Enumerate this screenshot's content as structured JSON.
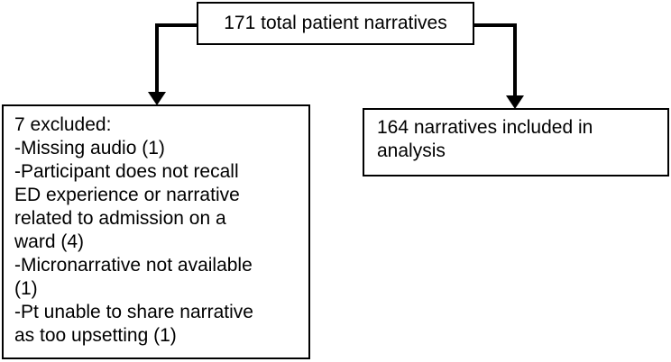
{
  "diagram": {
    "root": {
      "text": "171 total patient narratives"
    },
    "excluded": {
      "lines": [
        "7 excluded:",
        "-Missing audio (1)",
        "-Participant does not recall",
        "ED experience or narrative",
        "related to admission on a",
        "ward (4)",
        "-Micronarrative not available",
        "(1)",
        "-Pt unable to share narrative",
        "as too upsetting (1)"
      ]
    },
    "included": {
      "text": "164 narratives included in analysis"
    }
  },
  "colors": {
    "stroke": "#000000",
    "background": "#ffffff"
  }
}
